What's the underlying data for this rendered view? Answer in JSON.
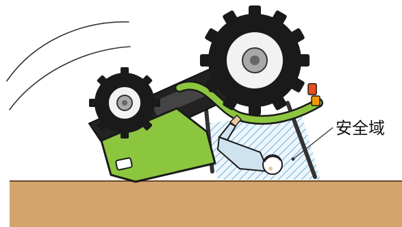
{
  "annotation": {
    "safety_zone_label": "安全域"
  },
  "colors": {
    "body_green": "#8cc63f",
    "ground": "#d4a46e",
    "tire": "#1a1a1a",
    "rim": "#f2f2f2",
    "hub": "#a8a8a8",
    "safety_zone_hatch": "#6ab0dc",
    "worker_shirt": "#cfe3ef",
    "warning_light": "#e94e1b",
    "amber_light": "#f39800"
  },
  "icons": {
    "vehicle": "overturned-tractor",
    "operator": "worker-with-helmet",
    "motion": "rollover-motion-lines"
  }
}
